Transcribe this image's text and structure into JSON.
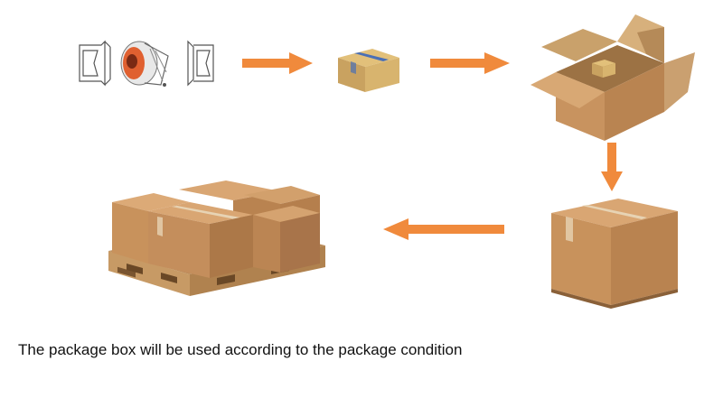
{
  "caption": "The package box will be used according to the package condition",
  "steps": [
    {
      "name": "bare-product",
      "icon": "machine-part-icon"
    },
    {
      "name": "small-inner-box",
      "icon": "small-box-icon"
    },
    {
      "name": "open-carton",
      "icon": "open-box-icon"
    },
    {
      "name": "sealed-carton",
      "icon": "closed-box-icon"
    },
    {
      "name": "palletized-cartons",
      "icon": "pallet-boxes-icon"
    }
  ],
  "colors": {
    "arrow": "#f08a3c",
    "cardboard_light": "#d9a673",
    "cardboard_mid": "#c48e5c",
    "cardboard_dark": "#a8744a",
    "tape": "#e7d3b4",
    "pallet": "#c79a65"
  }
}
